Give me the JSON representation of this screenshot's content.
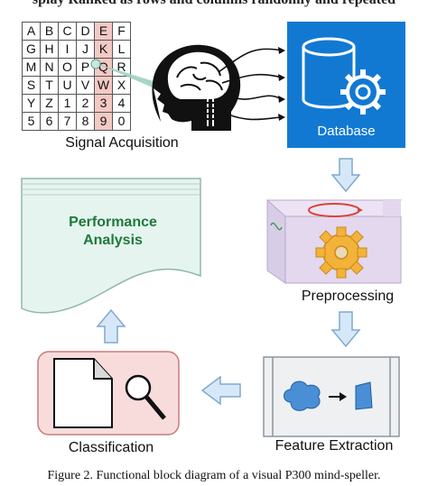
{
  "header_text": "splay Ranked as rows and columns randomly and repeated",
  "speller_grid": [
    [
      "A",
      "B",
      "C",
      "D",
      "E",
      "F"
    ],
    [
      "G",
      "H",
      "I",
      "J",
      "K",
      "L"
    ],
    [
      "M",
      "N",
      "O",
      "P",
      "Q",
      "R"
    ],
    [
      "S",
      "T",
      "U",
      "V",
      "W",
      "X"
    ],
    [
      "Y",
      "Z",
      "1",
      "2",
      "3",
      "4"
    ],
    [
      "5",
      "6",
      "7",
      "8",
      "9",
      "0"
    ]
  ],
  "highlighted_column": 4,
  "stages": {
    "signal_acquisition": "Signal Acquisition",
    "database": "Database",
    "preprocessing": "Preprocessing",
    "feature_extraction": "Feature Extraction",
    "classification": "Classification",
    "performance_line1": "Performance",
    "performance_line2": "Analysis"
  },
  "figure_caption": "Figure 2. Functional block diagram of a visual P300 mind-speller.",
  "colors": {
    "database_blue": "#1279d3",
    "arrow_fill": "#d6e8f8",
    "arrow_stroke": "#7fa9cf",
    "highlight": "#f4c9c4",
    "performance_green": "#1d7a3a",
    "doc_fill": "#e6f4ef",
    "preproc_fill": "#e3d8ee",
    "classification_fill": "#f8dcdc",
    "gear_orange": "#f3b23a",
    "cloud_blue": "#4a8fd6"
  },
  "icons": [
    "brain-head-icon",
    "database-cylinder-icon",
    "gear-icon",
    "document-icon",
    "magnifier-icon",
    "cloud-icon",
    "arrow-right-icon"
  ]
}
